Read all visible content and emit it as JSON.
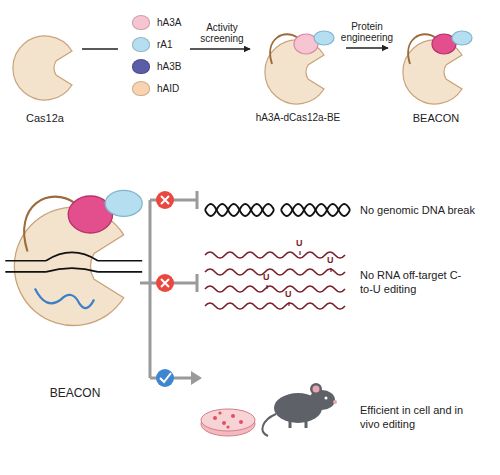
{
  "diagram": {
    "nodes": [
      {
        "text": [
          "Cas12a"
        ]
      },
      {
        "text": [
          "hA3A-dCas12a-BE"
        ]
      },
      {
        "text": [
          "BEACON"
        ]
      },
      {
        "text": [
          "BEACON"
        ]
      }
    ],
    "edges": [
      {
        "from": 0,
        "to": 1,
        "arrow": "to",
        "label": "Activity screening"
      },
      {
        "from": 1,
        "to": 2,
        "arrow": "to",
        "label": "Protein engineering"
      }
    ],
    "labels": [
      "No genomic DNA break",
      "No RNA off-target C-to-U editing",
      "Efficient in cell and in vivo editing",
      "U",
      "U",
      "U",
      "U"
    ],
    "legend": [
      {
        "text": "hA3A",
        "color": "#f7c4d2"
      },
      {
        "text": "rA1",
        "color": "#b5def0"
      },
      {
        "text": "hA3B",
        "color": "#5b5ea6"
      },
      {
        "text": "hAID",
        "color": "#f9d3b0"
      }
    ]
  }
}
